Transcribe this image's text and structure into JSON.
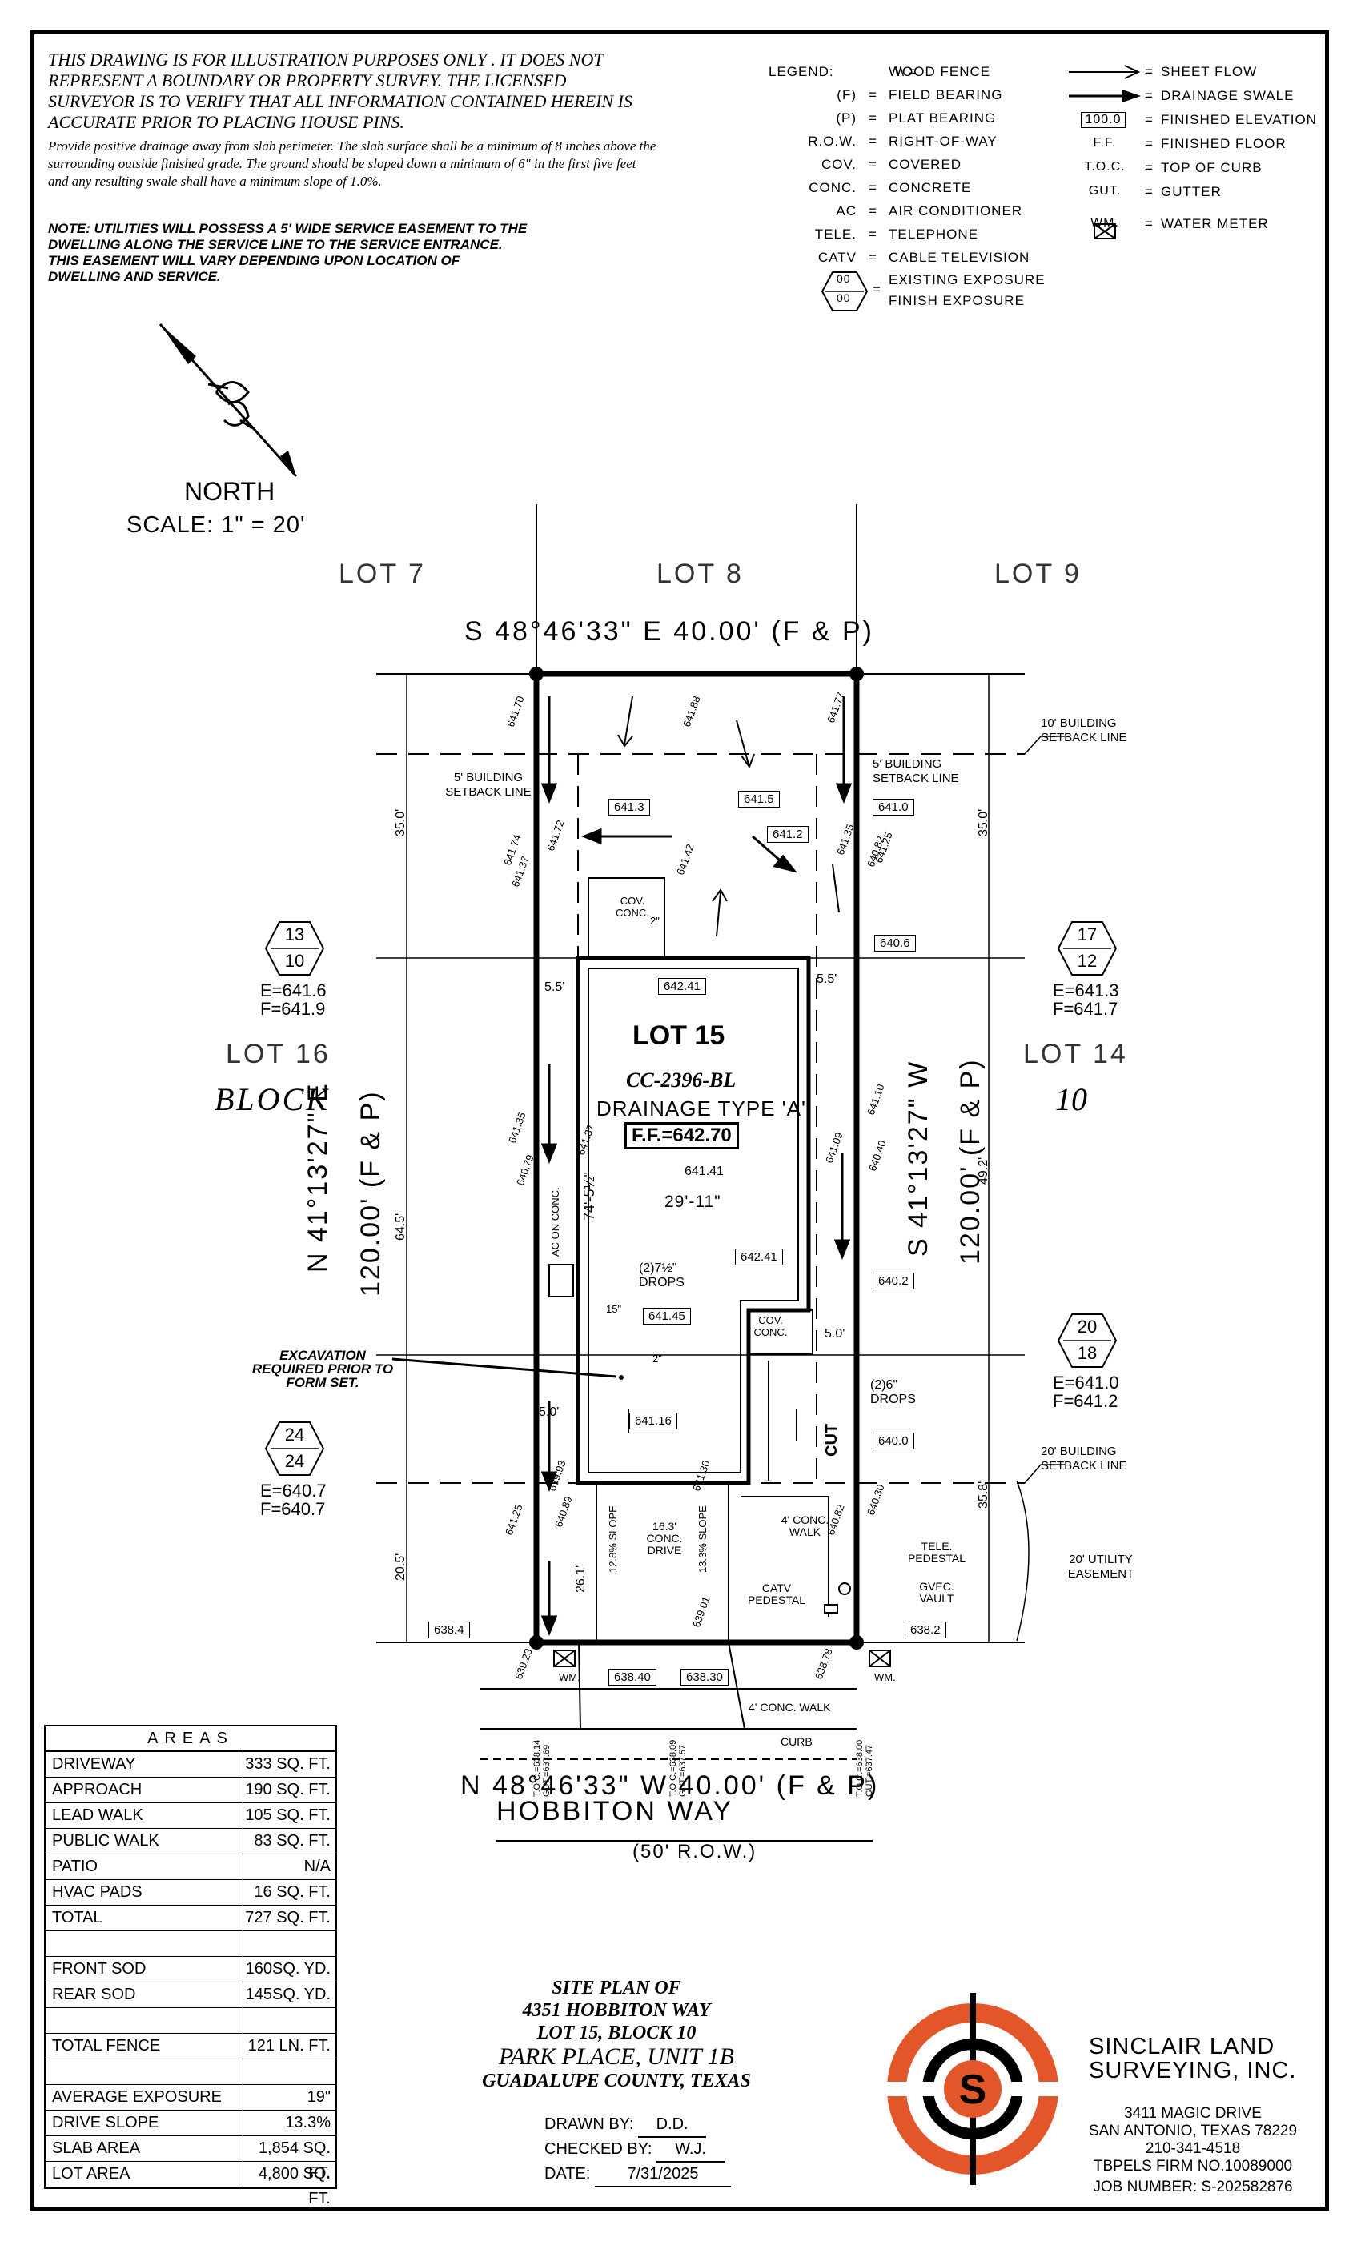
{
  "disclaimer": {
    "caps": "THIS DRAWING IS FOR ILLUSTRATION PURPOSES ONLY . IT DOES NOT REPRESENT A BOUNDARY OR PROPERTY SURVEY. THE LICENSED SURVEYOR IS TO VERIFY THAT ALL INFORMATION CONTAINED HEREIN IS ACCURATE PRIOR TO PLACING HOUSE PINS.",
    "drainage": "Provide positive drainage away from slab perimeter. The slab surface shall be a minimum of 8 inches above the surrounding outside finished grade. The ground should be sloped down a minimum of 6\" in the first five feet and any resulting swale shall have a minimum slope of 1.0%.",
    "utility_note": "NOTE: UTILITIES WILL POSSESS A 5' WIDE SERVICE EASEMENT TO THE DWELLING ALONG THE SERVICE LINE TO THE SERVICE ENTRANCE. THIS EASEMENT WILL VARY DEPENDING UPON LOCATION OF DWELLING AND SERVICE."
  },
  "legend": {
    "title": "LEGEND:",
    "eq": "=",
    "left": [
      {
        "abbr": "\\\\",
        "desc": "WOOD FENCE"
      },
      {
        "abbr": "(F)",
        "desc": "FIELD BEARING"
      },
      {
        "abbr": "(P)",
        "desc": "PLAT BEARING"
      },
      {
        "abbr": "R.O.W.",
        "desc": "RIGHT-OF-WAY"
      },
      {
        "abbr": "COV.",
        "desc": "COVERED"
      },
      {
        "abbr": "CONC.",
        "desc": "CONCRETE"
      },
      {
        "abbr": "AC",
        "desc": "AIR CONDITIONER"
      },
      {
        "abbr": "TELE.",
        "desc": "TELEPHONE"
      },
      {
        "abbr": "CATV",
        "desc": "CABLE TELEVISION"
      }
    ],
    "exposure_desc_1": "EXISTING EXPOSURE",
    "exposure_desc_2": "FINISH EXPOSURE",
    "exposure_sym": "00",
    "right": [
      {
        "abbr": "",
        "desc": "SHEET FLOW"
      },
      {
        "abbr": "",
        "desc": "DRAINAGE SWALE"
      },
      {
        "abbr": "100.0",
        "desc": "FINISHED ELEVATION"
      },
      {
        "abbr": "F.F.",
        "desc": "FINISHED FLOOR"
      },
      {
        "abbr": "T.O.C.",
        "desc": "TOP OF CURB"
      },
      {
        "abbr": "GUT.",
        "desc": "GUTTER"
      },
      {
        "abbr": "WM.",
        "desc": "WATER METER"
      }
    ]
  },
  "north": {
    "label": "NORTH",
    "scale": "SCALE: 1\" = 20'"
  },
  "lots": {
    "lot7": "LOT 7",
    "lot8": "LOT 8",
    "lot9": "LOT 9",
    "lot16": "LOT 16",
    "block": "BLOCK",
    "lot14": "LOT 14",
    "block_no": "10"
  },
  "bearings": {
    "top": "S 48°46'33\" E 40.00' (F & P)",
    "bottom": "N 48°46'33\" W 40.00' (F & P)",
    "left_1": "N 41°13'27\" E",
    "left_2": "120.00' (F & P)",
    "right_1": "S 41°13'27\" W",
    "right_2": "120.00' (F & P)"
  },
  "street": {
    "name": "HOBBITON WAY",
    "row": "(50' R.O.W.)"
  },
  "lot_info": {
    "lot": "LOT 15",
    "plan": "CC-2396-BL",
    "drainage": "DRAINAGE TYPE 'A'",
    "ff": "F.F.=642.70",
    "center_elev": "641.41",
    "width": "29'-11\"",
    "depth": "74'-5½\""
  },
  "exposures": [
    {
      "top": "13",
      "bottom": "10",
      "e": "E=641.6",
      "f": "F=641.9"
    },
    {
      "top": "17",
      "bottom": "12",
      "e": "E=641.3",
      "f": "F=641.7"
    },
    {
      "top": "20",
      "bottom": "18",
      "e": "E=641.0",
      "f": "F=641.2"
    },
    {
      "top": "24",
      "bottom": "24",
      "e": "E=640.7",
      "f": "F=640.7"
    }
  ],
  "setbacks": {
    "rear": "10' BUILDING SETBACK LINE",
    "side_left": "5' BUILDING SETBACK LINE",
    "side_right": "5' BUILDING SETBACK LINE",
    "front": "20' BUILDING SETBACK LINE",
    "utility": "20' UTILITY EASEMENT"
  },
  "dims": {
    "d35l": "35.0'",
    "d35r": "35.0'",
    "d645": "64.5'",
    "d492": "49.2'",
    "d205": "20.5'",
    "d358": "35.8'",
    "d55l": "5.5'",
    "d55r": "5.5'",
    "d50a": "5.0'",
    "d50b": "5.0'",
    "d261": "26.1'"
  },
  "elev_boxes": [
    "641.3",
    "641.5",
    "641.2",
    "641.0",
    "640.6",
    "642.41",
    "642.41",
    "641.45",
    "640.2",
    "641.16",
    "640.0",
    "638.4",
    "638.2",
    "638.40",
    "638.30"
  ],
  "spot_elev": [
    "641.70",
    "641.88",
    "641.77",
    "641.74",
    "641.72",
    "641.37",
    "641.42",
    "641.35",
    "640.82",
    "641.25",
    "641.35",
    "640.79",
    "641.37",
    "641.09",
    "640.40",
    "641.10",
    "639.93",
    "641.30",
    "641.25",
    "640.89",
    "640.30",
    "640.82",
    "639.01",
    "639.23",
    "638.78"
  ],
  "labels": {
    "cov_conc": "COV. CONC.",
    "ac": "AC ON CONC.",
    "drops1": "(2)7½\" DROPS",
    "drops2": "(2)6\" DROPS",
    "excavation": "EXCAVATION REQUIRED PRIOR TO FORM SET.",
    "conc_drive": "16.3' CONC. DRIVE",
    "slope1": "12.8% SLOPE",
    "slope2": "13.3% SLOPE",
    "walk": "4' CONC. WALK",
    "catv": "CATV PEDESTAL",
    "tele": "TELE. PEDESTAL",
    "gvec": "GVEC. VAULT",
    "wm": "WM.",
    "conc_walk_front": "4' CONC. WALK",
    "curb": "CURB",
    "cut": "CUT",
    "two": "2\"",
    "fifteen": "15\"",
    "toc1": "T.O.C.=638.14 GUT.=637.69",
    "toc2": "T.O.C.=638.09 GUT.=637.57",
    "toc3": "T.O.C.=638.00 GUT.=637.47"
  },
  "areas": {
    "title": "AREAS",
    "rows": [
      {
        "k": "DRIVEWAY",
        "v": "333 SQ. FT."
      },
      {
        "k": "APPROACH",
        "v": "190 SQ. FT."
      },
      {
        "k": "LEAD WALK",
        "v": "105 SQ. FT."
      },
      {
        "k": "PUBLIC WALK",
        "v": "83 SQ. FT."
      },
      {
        "k": "PATIO",
        "v": "N/A"
      },
      {
        "k": "HVAC PADS",
        "v": "16 SQ. FT."
      },
      {
        "k": "TOTAL",
        "v": "727 SQ. FT."
      },
      {
        "k": "",
        "v": ""
      },
      {
        "k": "FRONT SOD",
        "v": "160SQ. YD."
      },
      {
        "k": "REAR SOD",
        "v": "145SQ. YD."
      },
      {
        "k": "",
        "v": ""
      },
      {
        "k": "TOTAL FENCE",
        "v": "121 LN. FT."
      },
      {
        "k": "",
        "v": ""
      },
      {
        "k": "AVERAGE EXPOSURE",
        "v": "19\""
      },
      {
        "k": "DRIVE SLOPE",
        "v": "13.3%"
      },
      {
        "k": "SLAB AREA",
        "v": "1,854 SQ. FT."
      },
      {
        "k": "LOT AREA",
        "v": "4,800 SQ. FT."
      }
    ]
  },
  "title_block": {
    "l1": "SITE PLAN OF",
    "l2": "4351 HOBBITON WAY",
    "l3": "LOT 15, BLOCK 10",
    "l4": "PARK PLACE, UNIT 1B",
    "l5": "GUADALUPE COUNTY, TEXAS",
    "drawn_lbl": "DRAWN BY:",
    "drawn": "D.D.",
    "checked_lbl": "CHECKED BY:",
    "checked": "W.J.",
    "date_lbl": "DATE:",
    "date": "7/31/2025"
  },
  "company": {
    "name1": "SINCLAIR LAND",
    "name2": "SURVEYING, INC.",
    "addr1": "3411 MAGIC DRIVE",
    "addr2": "SAN ANTONIO, TEXAS 78229",
    "phone": "210-341-4518",
    "firm": "TBPELS FIRM NO.10089000",
    "job": "JOB NUMBER:   S-202582876",
    "logo_letter": "S",
    "logo_color": "#e2562a"
  }
}
